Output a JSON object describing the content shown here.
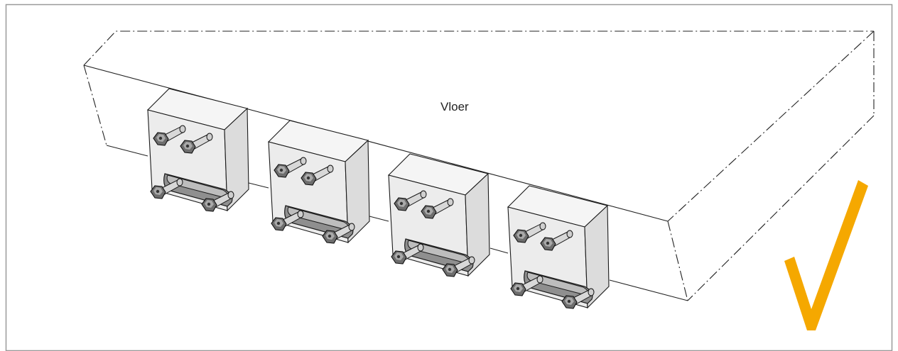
{
  "diagram": {
    "floor_label": "Vloer",
    "connector_count": 4,
    "check_mark_color": "#F5A800",
    "icons": [
      "floor-slab",
      "anchor-box",
      "bolt-nut",
      "anchor-plate",
      "checkmark-icon"
    ]
  }
}
